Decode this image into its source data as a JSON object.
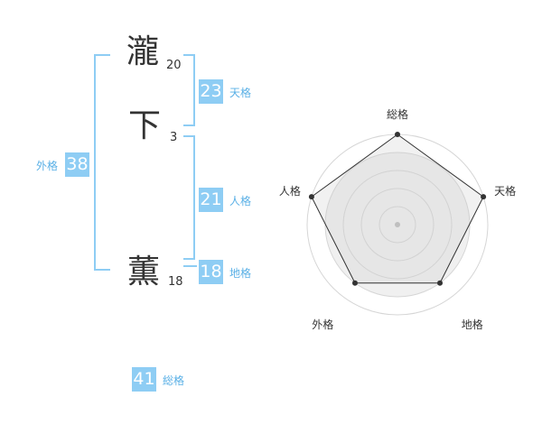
{
  "name": {
    "chars": [
      {
        "char": "瀧",
        "strokes": "20"
      },
      {
        "char": "下",
        "strokes": "3"
      },
      {
        "char": "薫",
        "strokes": "18"
      }
    ]
  },
  "kaku": {
    "tenkaku": {
      "value": "23",
      "label": "天格"
    },
    "jinkaku": {
      "value": "21",
      "label": "人格"
    },
    "chikaku": {
      "value": "18",
      "label": "地格"
    },
    "gaikaku": {
      "value": "38",
      "label": "外格"
    },
    "soukaku": {
      "value": "41",
      "label": "総格"
    }
  },
  "colors": {
    "accent": "#8ecdf4",
    "accent_text": "#5ab0e6",
    "text": "#333333"
  },
  "chart_data": {
    "type": "radar",
    "axes": [
      "総格",
      "天格",
      "地格",
      "外格",
      "人格"
    ],
    "values": [
      5,
      5,
      4,
      4,
      5
    ],
    "rmax": 5,
    "rings": 5
  }
}
